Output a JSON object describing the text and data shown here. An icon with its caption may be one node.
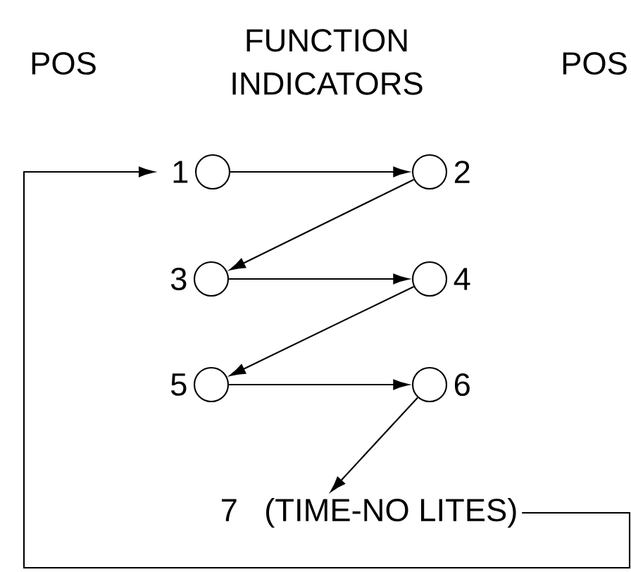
{
  "diagram": {
    "nodes": [
      {
        "text": [],
        "shape": "circle",
        "beside": [
          "1"
        ]
      },
      {
        "text": [],
        "shape": "circle",
        "beside": [
          "2"
        ]
      },
      {
        "text": [],
        "shape": "circle",
        "beside": [
          "3"
        ]
      },
      {
        "text": [],
        "shape": "circle",
        "beside": [
          "4"
        ]
      },
      {
        "text": [],
        "shape": "circle",
        "beside": [
          "5"
        ]
      },
      {
        "text": [],
        "shape": "circle",
        "beside": [
          "6"
        ]
      },
      {
        "text": [
          "7",
          "(TIME-NO LITES)"
        ]
      }
    ],
    "edges": [
      {
        "from": 0,
        "to": 1,
        "arrow": "to"
      },
      {
        "from": 1,
        "to": 2,
        "arrow": "to"
      },
      {
        "from": 2,
        "to": 3,
        "arrow": "to"
      },
      {
        "from": 3,
        "to": 4,
        "arrow": "to"
      },
      {
        "from": 4,
        "to": 5,
        "arrow": "to"
      },
      {
        "from": 5,
        "to": 6,
        "arrow": "to"
      },
      {
        "from": 6,
        "to": 0,
        "arrow": "to"
      }
    ],
    "labels": [
      "POS",
      "FUNCTION INDICATORS",
      "POS"
    ]
  }
}
